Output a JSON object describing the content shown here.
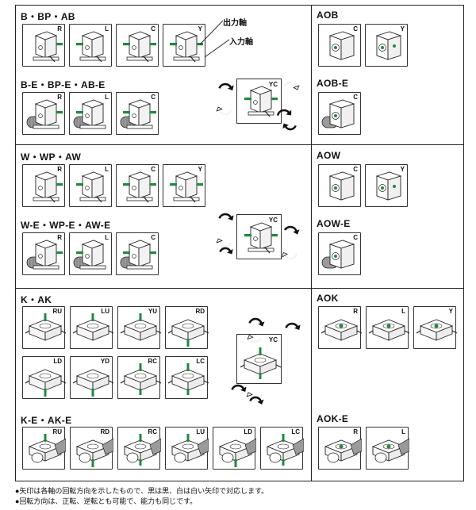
{
  "sections": {
    "b": {
      "title": "B・BP・AB",
      "cards": [
        "R",
        "L",
        "C",
        "Y"
      ]
    },
    "be": {
      "title": "B-E・BP-E・AB-E",
      "cards": [
        "R",
        "L",
        "C"
      ]
    },
    "b_rot": {
      "code": "YC"
    },
    "callouts": {
      "output": "出力軸",
      "input": "入力軸"
    },
    "aob": {
      "title": "AOB",
      "cards": [
        "C",
        "Y"
      ]
    },
    "aobe": {
      "title": "AOB-E",
      "cards": [
        "C"
      ]
    },
    "w": {
      "title": "W・WP・AW",
      "cards": [
        "R",
        "L",
        "C",
        "Y"
      ]
    },
    "we": {
      "title": "W-E・WP-E・AW-E",
      "cards": [
        "R",
        "L",
        "C"
      ]
    },
    "w_rot": {
      "code": "YC"
    },
    "aow": {
      "title": "AOW",
      "cards": [
        "C",
        "Y"
      ]
    },
    "aowe": {
      "title": "AOW-E",
      "cards": [
        "C"
      ]
    },
    "k": {
      "title": "K・AK",
      "cards_row1": [
        "RU",
        "LU",
        "YU",
        "RD"
      ],
      "cards_row2": [
        "LD",
        "YD",
        "RC",
        "LC"
      ]
    },
    "k_rot": {
      "code": "YC"
    },
    "ke": {
      "title": "K-E・AK-E",
      "cards": [
        "RU",
        "RD",
        "RC",
        "LU",
        "LD",
        "LC"
      ]
    },
    "aok": {
      "title": "AOK",
      "cards": [
        "R",
        "L",
        "Y"
      ]
    },
    "aoke": {
      "title": "AOK-E",
      "cards": [
        "R",
        "L"
      ]
    }
  },
  "notes": [
    "●矢印は各軸の回転方向を示したもので、黒は黒、白は白い矢印で対応します。",
    "●回転方向は、正転、逆転とも可能で、能力も同じです。"
  ],
  "colors": {
    "shaft": "#1e8a3c",
    "line": "#222222",
    "motor": "#9a9a9a"
  }
}
